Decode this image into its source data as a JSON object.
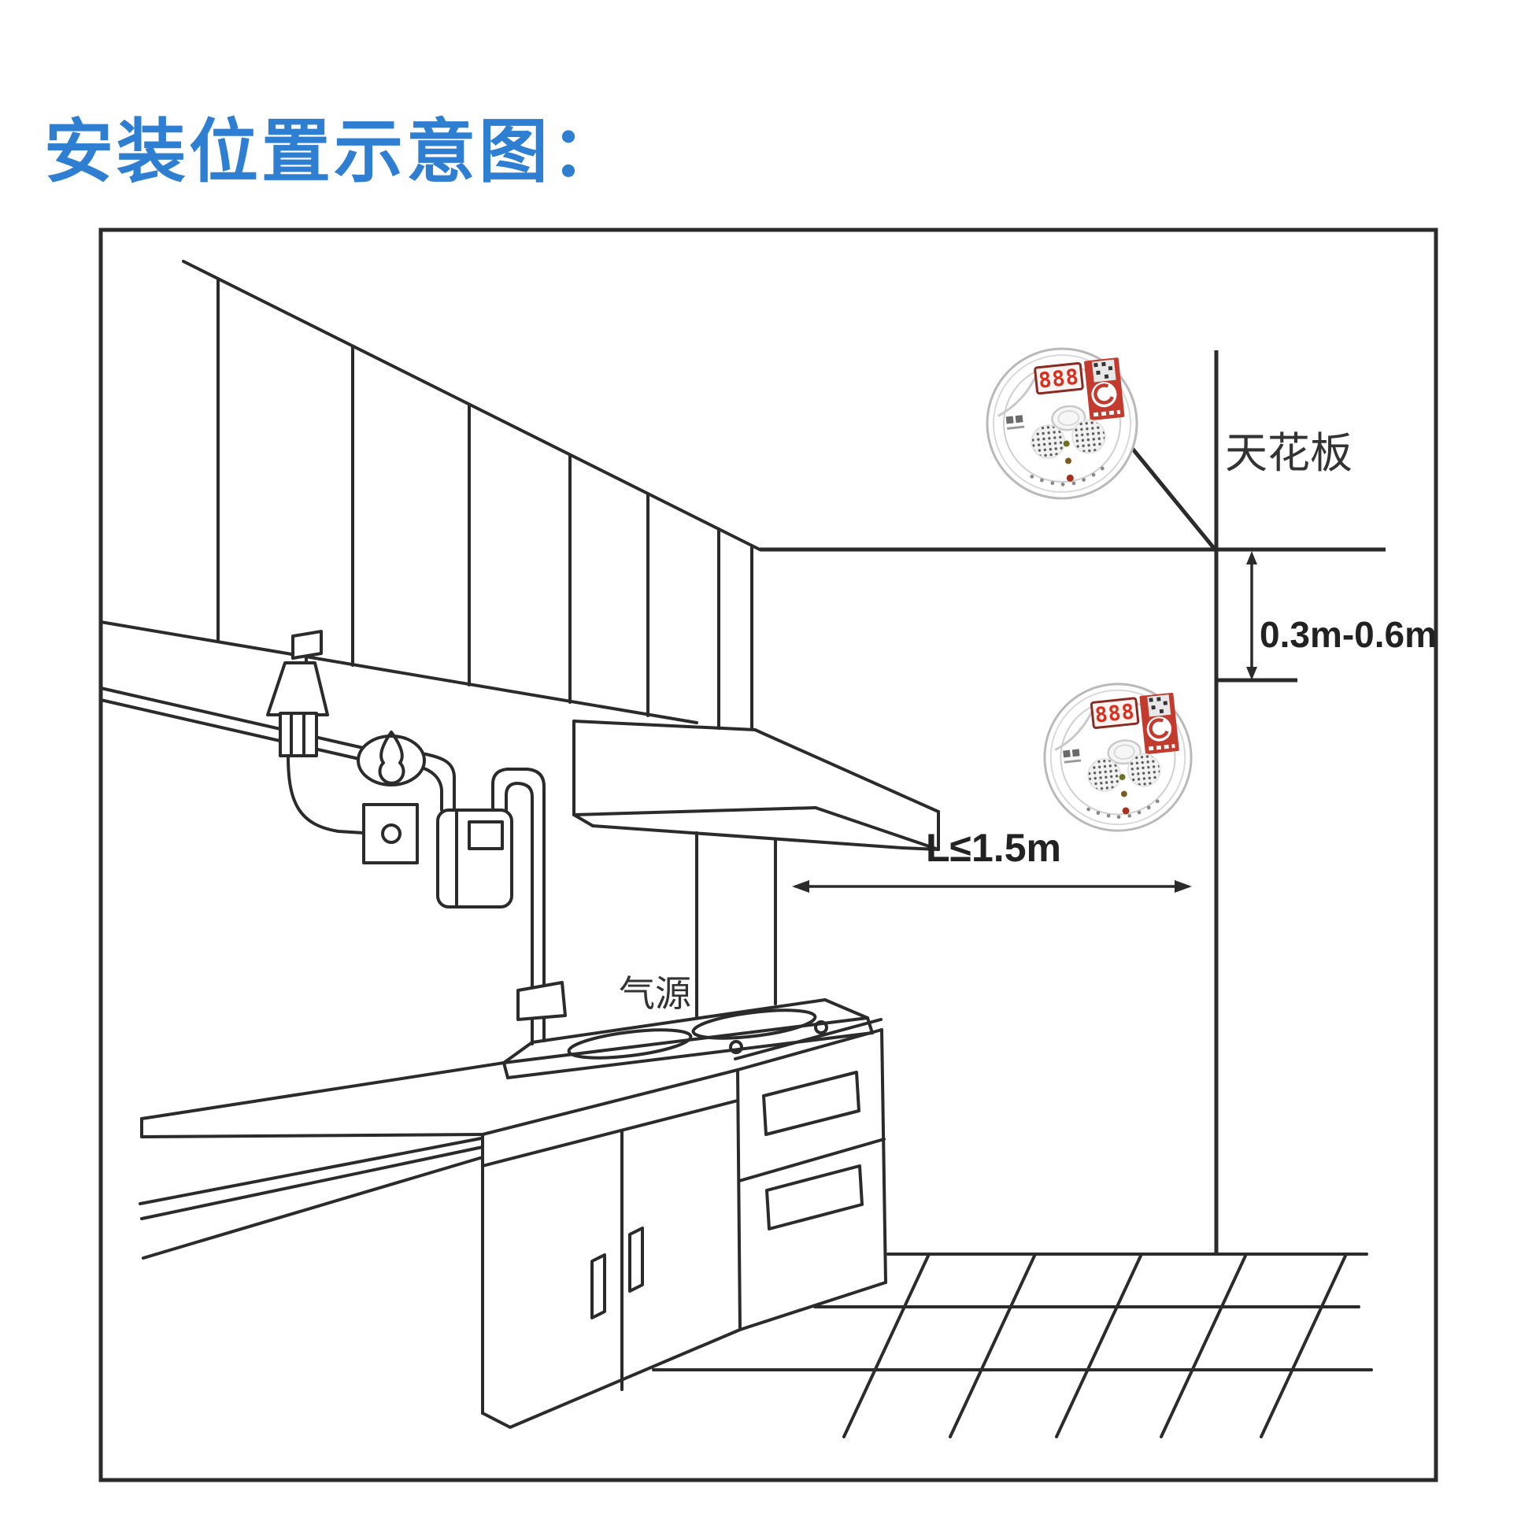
{
  "title": {
    "text": "安装位置示意图：",
    "color": "#2e7fd2"
  },
  "diagram": {
    "labels": {
      "ceiling": "天花板",
      "ceiling_distance": "0.3m-0.6m",
      "source_distance": "L≤1.5m",
      "gas_source": "气源"
    },
    "detector": {
      "display": "888",
      "label_color": "#c23b2e",
      "digit_color": "#d92f1e"
    },
    "line_color": "#2b2b2b",
    "frame_color": "#2b2b2b"
  }
}
